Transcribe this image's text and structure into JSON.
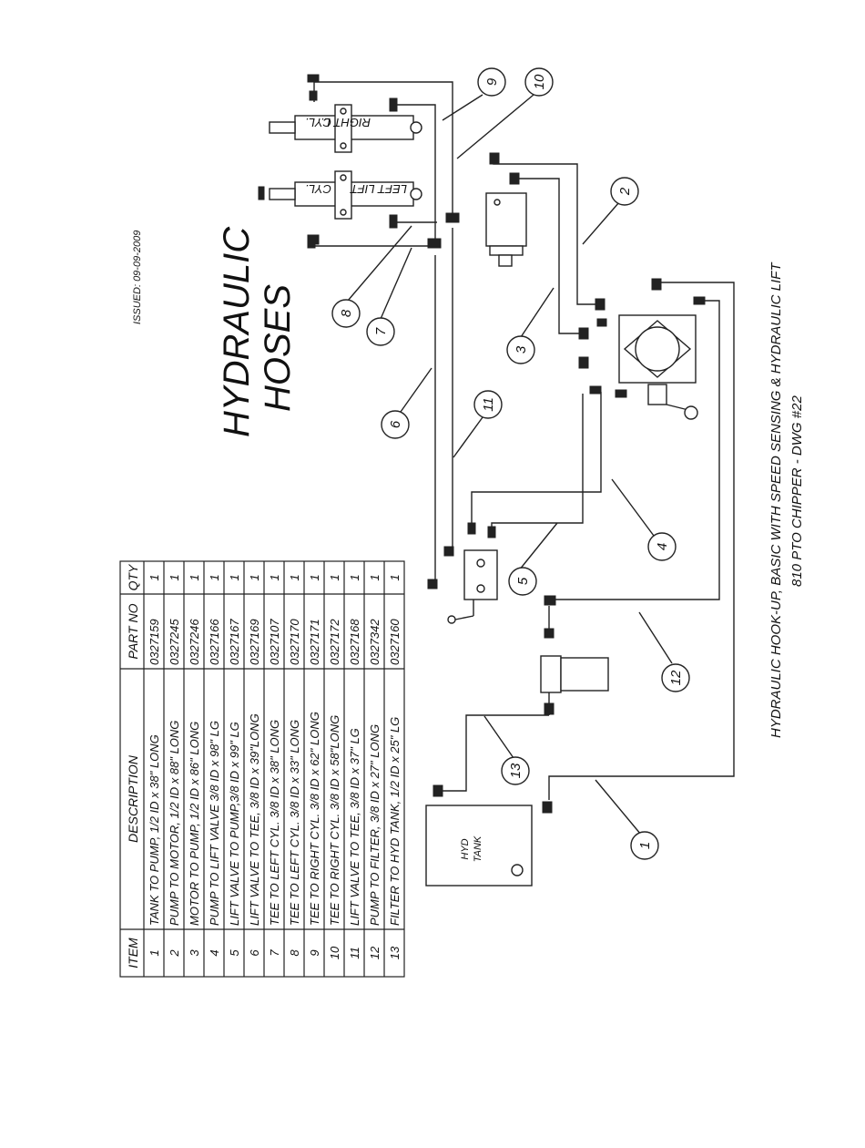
{
  "title": {
    "line1": "HYDRAULIC",
    "line2": "HOSES"
  },
  "issued": "ISSUED: 09-09-2009",
  "caption": {
    "line1": "HYDRAULIC HOOK-UP, BASIC WITH SPEED SENSING & HYDRAULIC LIFT",
    "line2": "810 PTO CHIPPER - DWG #22"
  },
  "component_labels": {
    "right_cyl_1": "RIGHT L.",
    "right_cyl_2": "CYL.",
    "left_cyl_1": "LEFT LIFT",
    "left_cyl_2": "CYL.",
    "tank_1": "HYD",
    "tank_2": "TANK"
  },
  "callouts": [
    "1",
    "2",
    "3",
    "4",
    "5",
    "6",
    "7",
    "8",
    "9",
    "10",
    "11",
    "12",
    "13"
  ],
  "table": {
    "headers": {
      "item": "ITEM",
      "description": "DESCRIPTION",
      "part_no": "PART NO",
      "qty": "QTY"
    },
    "rows": [
      {
        "item": "1",
        "description": "TANK TO PUMP, 1/2  ID x 38\" LONG",
        "part_no": "0327159",
        "qty": "1"
      },
      {
        "item": "2",
        "description": "PUMP TO MOTOR, 1/2 ID x 88\" LONG",
        "part_no": "0327245",
        "qty": "1"
      },
      {
        "item": "3",
        "description": "MOTOR TO PUMP, 1/2 ID x 86\" LONG",
        "part_no": "0327246",
        "qty": "1"
      },
      {
        "item": "4",
        "description": "PUMP TO LIFT VALVE 3/8 ID x 98\" LG",
        "part_no": "0327166",
        "qty": "1"
      },
      {
        "item": "5",
        "description": "LIFT VALVE TO PUMP,3/8 ID x 99\" LG",
        "part_no": "0327167",
        "qty": "1"
      },
      {
        "item": "6",
        "description": "LIFT VALVE TO TEE, 3/8 ID x 39\"LONG",
        "part_no": "0327169",
        "qty": "1"
      },
      {
        "item": "7",
        "description": "TEE TO LEFT CYL. 3/8 ID x 38\" LONG",
        "part_no": "0327107",
        "qty": "1"
      },
      {
        "item": "8",
        "description": "TEE TO LEFT CYL. 3/8 ID x 33\" LONG",
        "part_no": "0327170",
        "qty": "1"
      },
      {
        "item": "9",
        "description": "TEE TO RIGHT CYL. 3/8 ID x 62\" LONG",
        "part_no": "0327171",
        "qty": "1"
      },
      {
        "item": "10",
        "description": "TEE TO RIGHT CYL. 3/8 ID x 58\"LONG",
        "part_no": "0327172",
        "qty": "1"
      },
      {
        "item": "11",
        "description": "LIFT VALVE TO TEE, 3/8 ID  x 37\" LG",
        "part_no": "0327168",
        "qty": "1"
      },
      {
        "item": "12",
        "description": "PUMP TO FILTER, 3/8 ID x 27\" LONG",
        "part_no": "0327342",
        "qty": "1"
      },
      {
        "item": "13",
        "description": "FILTER TO HYD TANK, 1/2 ID x 25\" LG",
        "part_no": "0327160",
        "qty": "1"
      }
    ]
  }
}
